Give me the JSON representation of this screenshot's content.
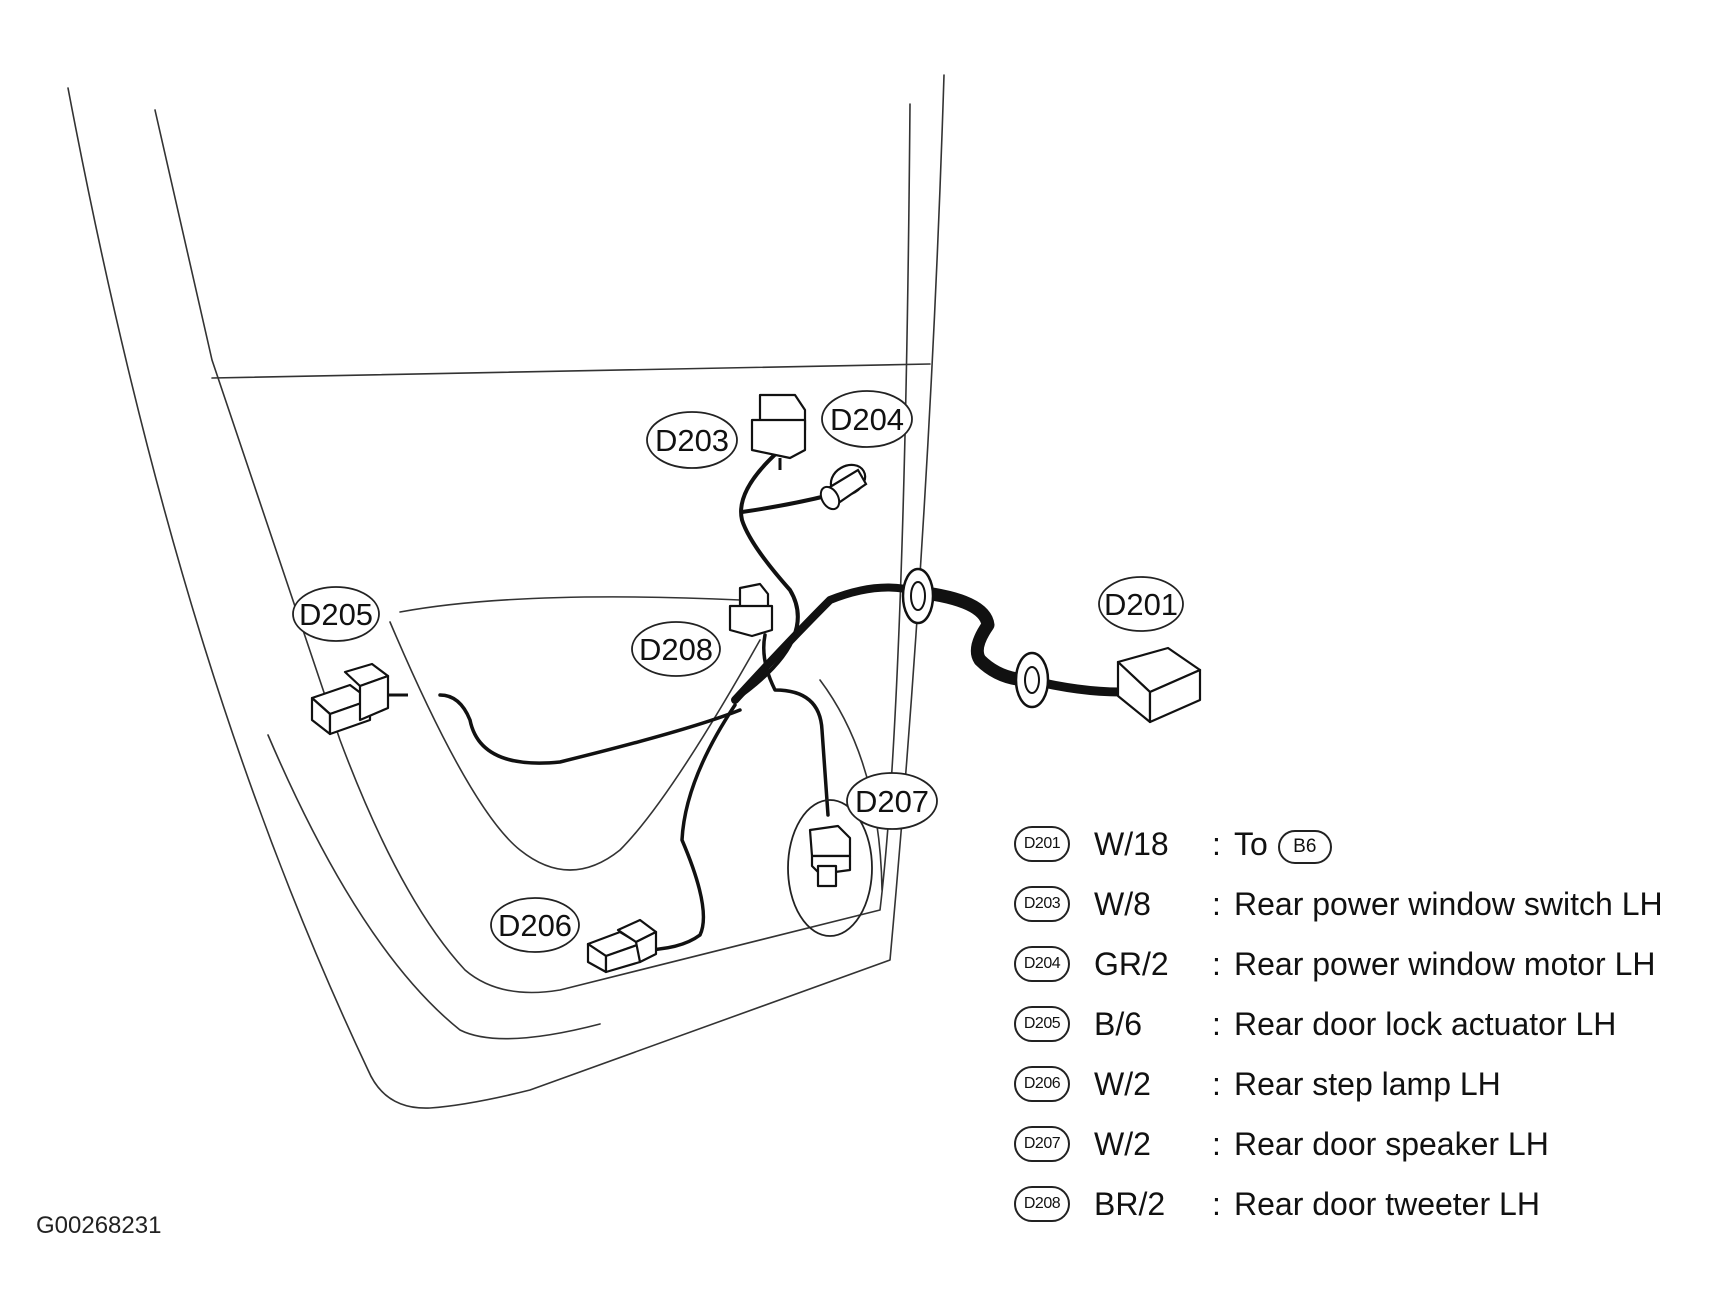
{
  "figure_code": "G00268231",
  "callouts": {
    "d201": "D201",
    "d203": "D203",
    "d204": "D204",
    "d205": "D205",
    "d206": "D206",
    "d207": "D207",
    "d208": "D208"
  },
  "legend": [
    {
      "id": "D201",
      "spec": "W/18",
      "sep": ":",
      "desc": "To",
      "ref": "B6"
    },
    {
      "id": "D203",
      "spec": "W/8",
      "sep": ":",
      "desc": "Rear power window switch LH"
    },
    {
      "id": "D204",
      "spec": "GR/2",
      "sep": ":",
      "desc": "Rear power window motor LH"
    },
    {
      "id": "D205",
      "spec": "B/6",
      "sep": ":",
      "desc": "Rear door lock actuator LH"
    },
    {
      "id": "D206",
      "spec": "W/2",
      "sep": ":",
      "desc": "Rear step lamp LH"
    },
    {
      "id": "D207",
      "spec": "W/2",
      "sep": ":",
      "desc": "Rear door speaker LH"
    },
    {
      "id": "D208",
      "spec": "BR/2",
      "sep": ":",
      "desc": "Rear door tweeter LH"
    }
  ],
  "colors": {
    "line": "#111111",
    "background": "#ffffff",
    "d201_fill": "#c8c8c8"
  }
}
